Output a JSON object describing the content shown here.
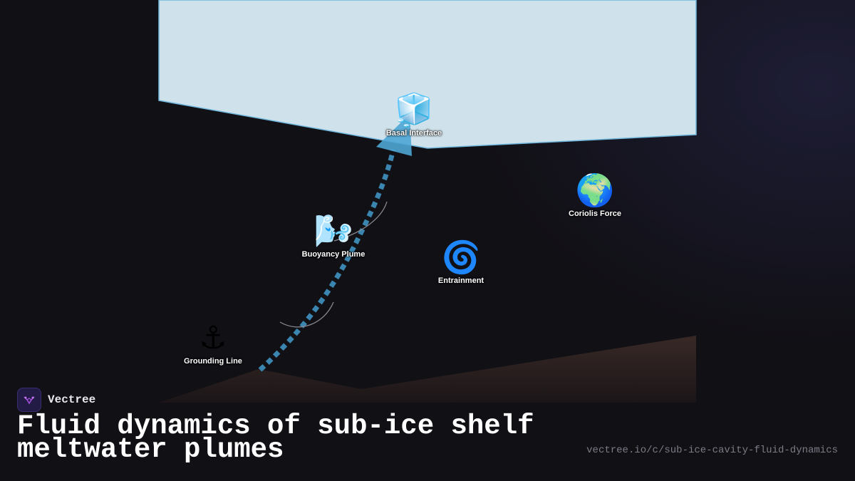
{
  "diagram": {
    "nodes": [
      {
        "id": "basal-interface",
        "label": "Basal Interface",
        "icon": "ice-cube-icon",
        "glyph": "🧊"
      },
      {
        "id": "coriolis-force",
        "label": "Coriolis Force",
        "icon": "globe-icon",
        "glyph": "🌍"
      },
      {
        "id": "buoyancy-plume",
        "label": "Buoyancy Plume",
        "icon": "wind-face-icon",
        "glyph": "🌬️"
      },
      {
        "id": "entrainment",
        "label": "Entrainment",
        "icon": "cyclone-icon",
        "glyph": "🌀"
      },
      {
        "id": "grounding-line",
        "label": "Grounding Line",
        "icon": "anchor-icon",
        "glyph": "⚓"
      }
    ],
    "colors": {
      "ice_shelf_fill": "#cfe1ea",
      "ice_shelf_stroke": "#6fb6dc",
      "plume_path": "#3a86b0",
      "plume_head": "#4ea6d4",
      "seabed": "#3a2a27"
    }
  },
  "brand": {
    "name": "Vectree",
    "icon": "vectree-logo-icon"
  },
  "title": "Fluid dynamics of sub-ice shelf meltwater plumes",
  "url": "vectree.io/c/sub-ice-cavity-fluid-dynamics"
}
